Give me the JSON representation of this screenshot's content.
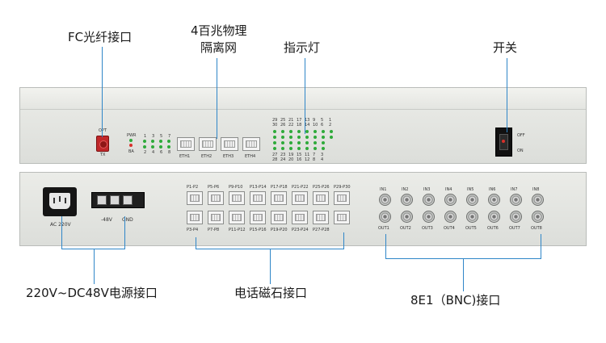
{
  "callouts": {
    "fc_port": "FC光纤接口",
    "phys_isolation_line1": "4百兆物理",
    "phys_isolation_line2": "隔离网",
    "indicator": "指示灯",
    "power_switch": "开关",
    "power_port": "220V~DC48V电源接口",
    "magneto_port": "电话磁石接口",
    "e1_port": "8E1（BNC)接口"
  },
  "front_panel": {
    "opt_label": "OPT",
    "tx_label": "TX",
    "pwr_label": "PWR",
    "ba_label": "BA",
    "led_top_numbers": [
      "1",
      "3",
      "5",
      "7"
    ],
    "led_bottom_numbers": [
      "2",
      "4",
      "6",
      "8"
    ],
    "eth_ports": [
      "ETH1",
      "ETH2",
      "ETH3",
      "ETH4"
    ],
    "indicator_top_rows": [
      [
        "29",
        "25",
        "21",
        "17",
        "13",
        "9",
        "5",
        "1"
      ],
      [
        "30",
        "26",
        "22",
        "18",
        "14",
        "10",
        "6",
        "2"
      ]
    ],
    "indicator_bottom_rows": [
      [
        "27",
        "23",
        "19",
        "15",
        "11",
        "7",
        "3"
      ],
      [
        "28",
        "24",
        "20",
        "16",
        "12",
        "8",
        "4"
      ]
    ],
    "switch_off": "OFF",
    "switch_on": "ON"
  },
  "rear_panel": {
    "ac_label": "AC 220V",
    "dc_neg_label": "-48V",
    "dc_gnd_label": "GND",
    "phone_top_labels": [
      "P1-P2",
      "P5-P6",
      "P9-P10",
      "P13-P14",
      "P17-P18",
      "P21-P22",
      "P25-P26",
      "P29-P30"
    ],
    "phone_bottom_labels": [
      "P3-P4",
      "P7-P8",
      "P11-P12",
      "P15-P16",
      "P19-P20",
      "P23-P24",
      "P27-P28"
    ],
    "e1_in_labels": [
      "IN1",
      "IN2",
      "IN3",
      "IN4",
      "IN5",
      "IN6",
      "IN7",
      "IN8"
    ],
    "e1_out_labels": [
      "OUT1",
      "OUT2",
      "OUT3",
      "OUT4",
      "OUT5",
      "OUT6",
      "OUT7",
      "OUT8"
    ]
  },
  "colors": {
    "leader_line": "#2f86c8",
    "led_green": "#2eaa3a",
    "led_red": "#d8302a",
    "chassis": "#e4e5e1"
  }
}
